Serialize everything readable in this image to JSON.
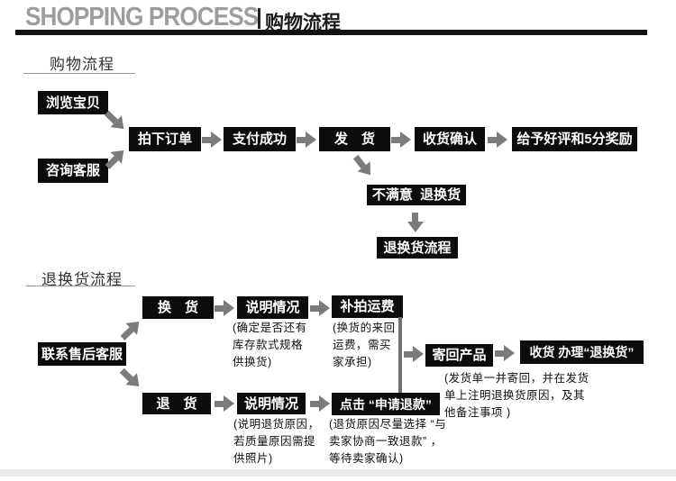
{
  "header": {
    "title_en": "SHOPPING PROCESS",
    "title_cn": "购物流程"
  },
  "sections": [
    {
      "title": "购物流程"
    },
    {
      "title": "退换货流程"
    }
  ],
  "flow1": {
    "browse": "浏览宝贝",
    "consult": "咨询客服",
    "order": "拍下订单",
    "pay": "支付成功",
    "ship": "发　货",
    "confirm": "收货确认",
    "reward": "给予好评和5分奖励",
    "unsatisfied": "不满意  退换货",
    "return_flow": "退换货流程"
  },
  "flow2": {
    "contact": "联系售后客服",
    "exchange": "换　货",
    "explain_exchange": "说明情况",
    "explain_exchange_note": "(确定是否还有\n库存款式规格\n供换货)",
    "fee": "补拍运费",
    "fee_note": "(换货的来回\n运费，需买\n家承担)",
    "send_back": "寄回产品",
    "receive": "收货 办理“退换货”",
    "receive_note": "(发货单一并寄回，并在发货\n单上注明退换货原因，及其\n他备注事项 )",
    "return": "退　货",
    "explain_return": "说明情况",
    "explain_return_note": "(说明退货原因，\n若质量原因需提\n供照片)",
    "apply_refund": "点击 “申请退款”",
    "apply_refund_note": "(退货原因尽量选择 “与\n卖家协商一致退款” ，\n等待卖家确认)"
  },
  "colors": {
    "box_bg": "#0c0c0c",
    "arrow": "#7b7b7b",
    "header_gray": "#9d9d9d",
    "top_bar": "#121212",
    "bottom_band": "#ebebeb"
  }
}
